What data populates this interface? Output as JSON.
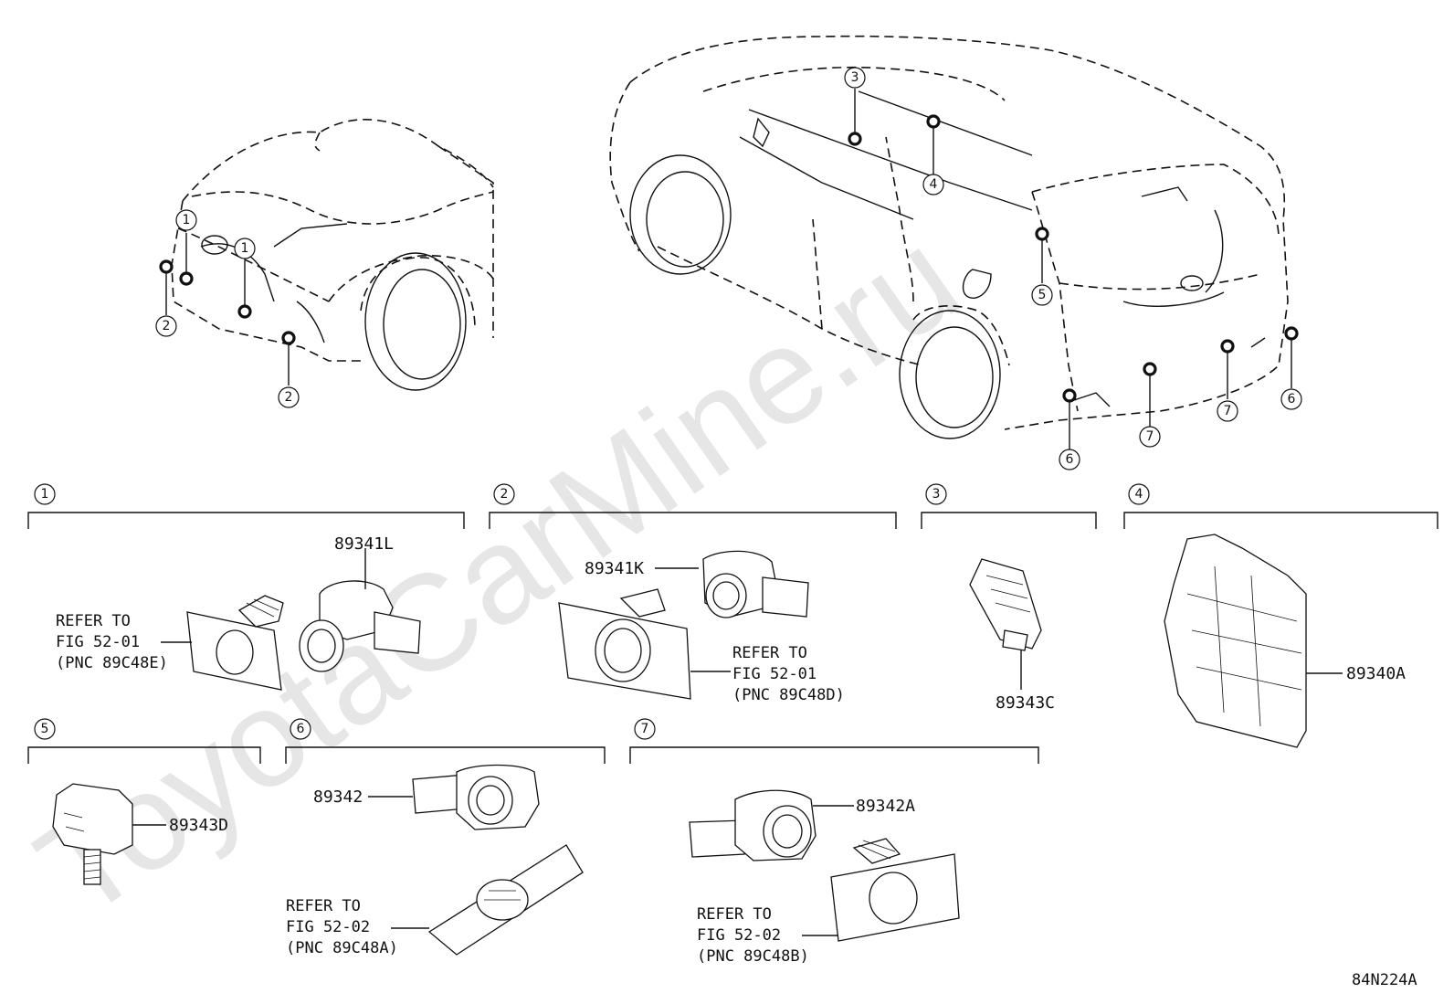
{
  "diagram_code": "84N224A",
  "watermark": "ToyotaCarMine.ru",
  "callout_numbers": [
    "1",
    "2",
    "3",
    "4",
    "5",
    "6",
    "7"
  ],
  "sections": [
    {
      "id": "1",
      "part_numbers": [
        "89341L"
      ],
      "refer": {
        "line1": "REFER TO",
        "line2": "FIG 52-01",
        "line3": "(PNC 89C48E)"
      }
    },
    {
      "id": "2",
      "part_numbers": [
        "89341K"
      ],
      "refer": {
        "line1": "REFER TO",
        "line2": "FIG 52-01",
        "line3": "(PNC 89C48D)"
      }
    },
    {
      "id": "3",
      "part_numbers": [
        "89343C"
      ]
    },
    {
      "id": "4",
      "part_numbers": [
        "89340A"
      ]
    },
    {
      "id": "5",
      "part_numbers": [
        "89343D"
      ]
    },
    {
      "id": "6",
      "part_numbers": [
        "89342"
      ],
      "refer": {
        "line1": "REFER TO",
        "line2": "FIG 52-02",
        "line3": "(PNC 89C48A)"
      }
    },
    {
      "id": "7",
      "part_numbers": [
        "89342A"
      ],
      "refer": {
        "line1": "REFER TO",
        "line2": "FIG 52-02",
        "line3": "(PNC 89C48B)"
      }
    }
  ]
}
